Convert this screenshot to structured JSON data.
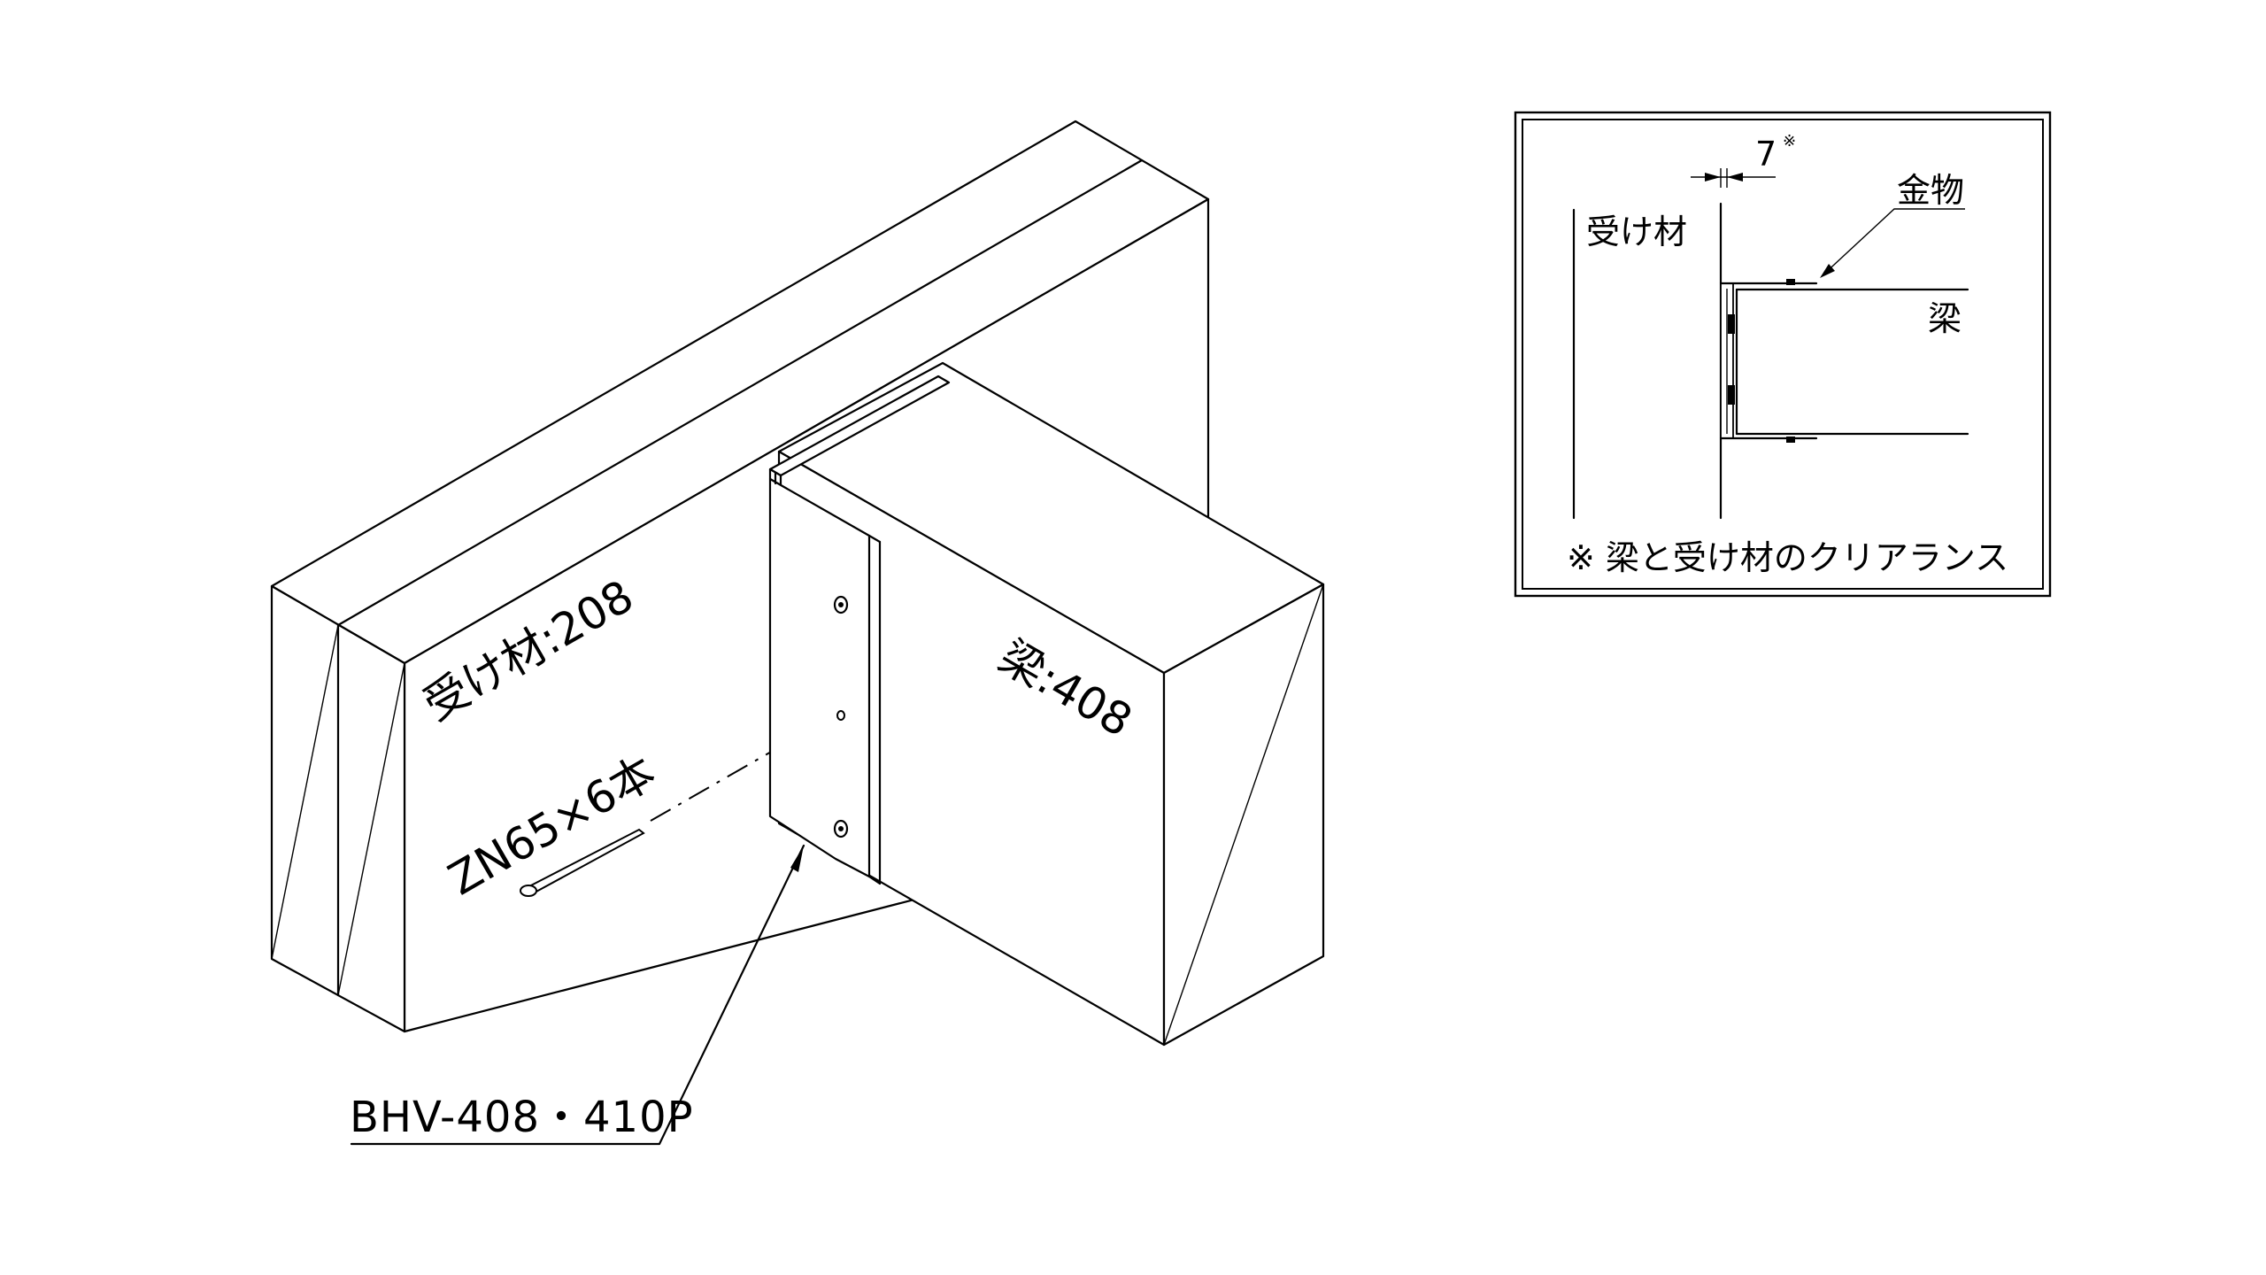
{
  "main_view": {
    "header_label": "受け材:208",
    "beam_label": "梁:408",
    "nail_label": "ZN65×6本",
    "part_label": "BHV-408・410P"
  },
  "detail_view": {
    "dimension_value": "7",
    "dimension_note_mark": "※",
    "hardware_label": "金物",
    "header_label": "受け材",
    "beam_label": "梁",
    "note": "※ 梁と受け材のクリアランス"
  }
}
